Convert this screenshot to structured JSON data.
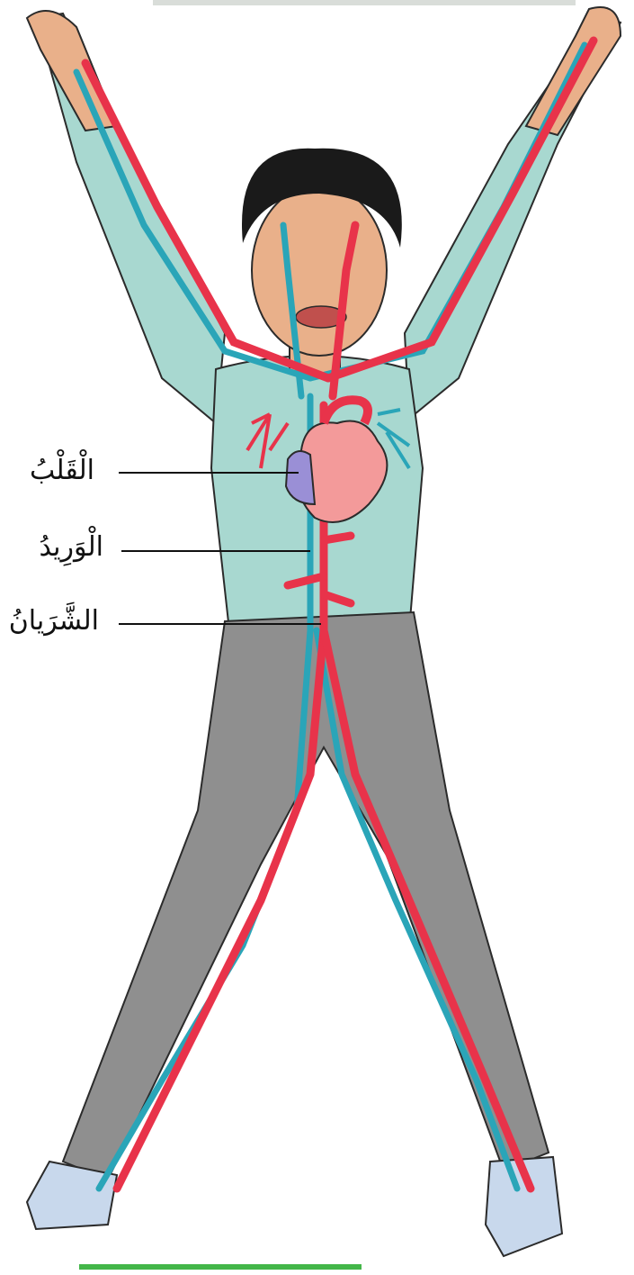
{
  "labels": {
    "heart": "الْقَلْبُ",
    "vein": "الْوَرِيدُ",
    "artery": "الشَّرَيانُ"
  },
  "colors": {
    "artery": "#e8334a",
    "vein": "#2aa5b8",
    "shirt": "#a8d8d0",
    "pants": "#8f8f8f",
    "skin": "#e9b08a",
    "hair": "#1a1a1a",
    "heart": "#f39a9a",
    "heart_atrium": "#9a8fd6",
    "accent_rule": "#43b649"
  }
}
